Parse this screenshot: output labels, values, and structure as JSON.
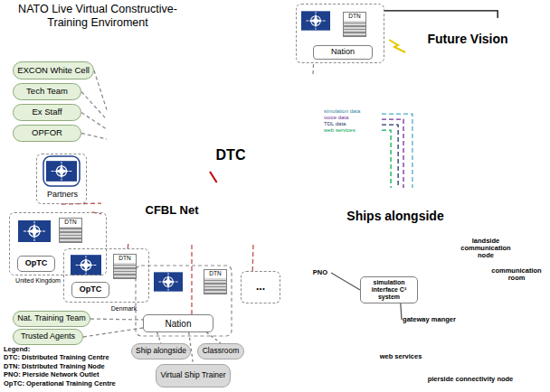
{
  "diagram": {
    "title": "NATO Live Virtual Constructive-Training Enviroment",
    "nodes": [
      {
        "text": [
          "Nation"
        ]
      },
      {
        "text": [
          "DTN"
        ],
        "in": 0
      },
      {
        "text": [
          "Future Vision"
        ]
      },
      {
        "text": [
          "EXCON White Cell"
        ]
      },
      {
        "text": [
          "Tech Team"
        ]
      },
      {
        "text": [
          "Ex Staff"
        ]
      },
      {
        "text": [
          "OPFOR"
        ]
      },
      {
        "text": [
          "DTC"
        ]
      },
      {
        "text": [
          "Partners"
        ]
      },
      {
        "text": [
          "CFBL Net"
        ]
      },
      {
        "text": [
          "United Kingdom"
        ]
      },
      {
        "text": [
          "OpTC"
        ],
        "in": 10
      },
      {
        "text": [
          "DTN"
        ],
        "in": 10
      },
      {
        "text": [
          "Denmark"
        ]
      },
      {
        "text": [
          "OpTC"
        ],
        "in": 13
      },
      {
        "text": [
          "DTN"
        ],
        "in": 13
      },
      {
        "text": [
          "DTN"
        ]
      },
      {
        "text": [
          "Nation"
        ]
      },
      {
        "text": [
          "..."
        ]
      },
      {
        "text": [
          "Nat. Training Team"
        ]
      },
      {
        "text": [
          "Trusted Agents"
        ]
      },
      {
        "text": [
          "Ship alongside"
        ]
      },
      {
        "text": [
          "Classroom"
        ]
      },
      {
        "text": [
          "Virtual Ship Trainer"
        ]
      },
      {
        "text": [
          "Ships alongside"
        ]
      },
      {
        "text": [
          "landside communication node"
        ],
        "in": 24
      },
      {
        "text": [
          "communication room"
        ],
        "in": 24
      },
      {
        "text": [
          "PNO"
        ],
        "in": 24
      },
      {
        "text": [
          "simulation interface C² system"
        ],
        "in": 24
      },
      {
        "text": [
          "gateway manger"
        ],
        "in": 24
      },
      {
        "text": [
          "web services"
        ],
        "in": 24
      },
      {
        "text": [
          "pierside connectivity node"
        ],
        "in": 24
      }
    ],
    "edges": [
      {
        "from": 3,
        "to": 7,
        "arrow": "none"
      },
      {
        "from": 4,
        "to": 7,
        "arrow": "none"
      },
      {
        "from": 5,
        "to": 7,
        "arrow": "none"
      },
      {
        "from": 6,
        "to": 7,
        "arrow": "none"
      },
      {
        "from": 7,
        "to": 0,
        "arrow": "none"
      },
      {
        "from": 0,
        "to": 2,
        "arrow": "none"
      },
      {
        "from": 8,
        "to": 9,
        "arrow": "none"
      },
      {
        "from": 10,
        "to": 9,
        "arrow": "none"
      },
      {
        "from": 13,
        "to": 9,
        "arrow": "none"
      },
      {
        "from": 17,
        "to": 9,
        "arrow": "none"
      },
      {
        "from": 18,
        "to": 9,
        "arrow": "none"
      },
      {
        "from": 9,
        "to": 7,
        "arrow": "none"
      },
      {
        "from": 7,
        "to": 24,
        "arrow": "none"
      },
      {
        "from": 7,
        "to": 24,
        "arrow": "none"
      },
      {
        "from": 7,
        "to": 24,
        "arrow": "none"
      },
      {
        "from": 7,
        "to": 24,
        "arrow": "none"
      },
      {
        "from": 19,
        "to": 17,
        "arrow": "none"
      },
      {
        "from": 20,
        "to": 17,
        "arrow": "none"
      },
      {
        "from": 17,
        "to": 21,
        "arrow": "none"
      },
      {
        "from": 17,
        "to": 22,
        "arrow": "none"
      },
      {
        "from": 17,
        "to": 23,
        "arrow": "none"
      },
      {
        "from": 27,
        "to": 28,
        "arrow": "none"
      },
      {
        "from": 28,
        "to": 29,
        "arrow": "none"
      }
    ],
    "labels": [
      "simulation data",
      "voice data",
      "TDL data",
      "web services",
      "Legend:"
    ],
    "legend": [
      {
        "text": "DTC: Distributed Training Centre"
      },
      {
        "text": "DTN: Distributed Training Node"
      },
      {
        "text": "PNO: Pierside Network Outlet"
      },
      {
        "text": "OpTC: Operational Training Centre"
      }
    ]
  }
}
